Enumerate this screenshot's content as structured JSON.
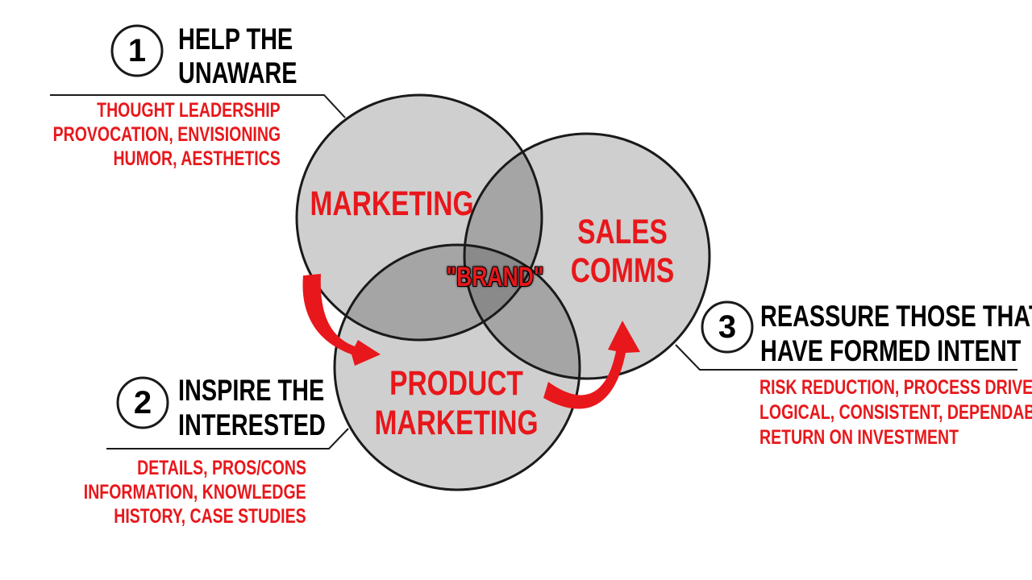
{
  "colors": {
    "accent": "#e8171b",
    "circle_fill": "#cfcfcf",
    "overlap_fill": "#a5a5a5",
    "center_fill": "#8a8a8a",
    "line": "#1a1a1a"
  },
  "stages": [
    {
      "number": "1",
      "heading": [
        "HELP THE",
        "UNAWARE"
      ],
      "details": [
        "THOUGHT LEADERSHIP",
        "PROVOCATION, ENVISIONING",
        "HUMOR, AESTHETICS"
      ]
    },
    {
      "number": "2",
      "heading": [
        "INSPIRE THE",
        "INTERESTED"
      ],
      "details": [
        "DETAILS, PROS/CONS",
        "INFORMATION, KNOWLEDGE",
        "HISTORY, CASE STUDIES"
      ]
    },
    {
      "number": "3",
      "heading": [
        "REASSURE THOSE THAT",
        "HAVE FORMED INTENT"
      ],
      "details": [
        "RISK REDUCTION, PROCESS DRIVEN",
        "LOGICAL, CONSISTENT, DEPENDABLE",
        "RETURN ON INVESTMENT"
      ]
    }
  ],
  "circles": [
    {
      "label": [
        "MARKETING"
      ]
    },
    {
      "label": [
        "SALES",
        "COMMS"
      ]
    },
    {
      "label": [
        "PRODUCT",
        "MARKETING"
      ]
    }
  ],
  "center_label": "\"BRAND\""
}
